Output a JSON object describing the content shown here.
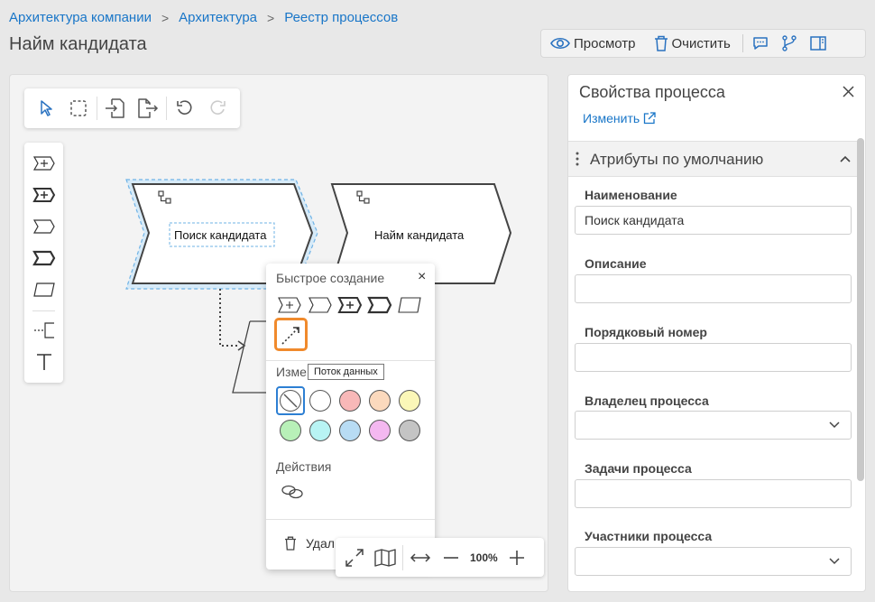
{
  "breadcrumb": {
    "items": [
      "Архитектура компании",
      "Архитектура",
      "Реестр процессов"
    ],
    "separator": ">"
  },
  "page": {
    "title": "Найм кандидата"
  },
  "top_toolbar": {
    "preview_label": "Просмотр",
    "clear_label": "Очистить",
    "icons": [
      "eye-icon",
      "trash-icon",
      "comment-icon",
      "branch-icon",
      "panel-toggle-icon"
    ]
  },
  "canvas_toolbar": {
    "icons": [
      "pointer-icon",
      "marquee-select-icon",
      "import-icon",
      "export-icon",
      "undo-icon",
      "redo-icon"
    ]
  },
  "palette": {
    "icons": [
      "subprocess-shape-icon",
      "subprocess-bold-shape-icon",
      "process-shape-icon",
      "process-bold-shape-icon",
      "parallelogram-shape-icon",
      "connector-icon",
      "text-tool-icon"
    ]
  },
  "diagram": {
    "shape1_label": "Поиск кандидата",
    "shape2_label": "Найм кандидата"
  },
  "quick_create": {
    "title": "Быстрое создание",
    "close": "×",
    "flow_tooltip": "Поток данных",
    "change_section": "Изме",
    "actions_section": "Действия",
    "delete_label": "Удал",
    "colors": [
      "none",
      "#ffffff",
      "#f8b8b8",
      "#fbd9bd",
      "#fbf7b8",
      "#b8f0b8",
      "#b8f4f4",
      "#b8dcf4",
      "#f4b8f0",
      "#c4c4c4"
    ]
  },
  "zoom": {
    "value": "100%"
  },
  "properties": {
    "title": "Свойства процесса",
    "edit_label": "Изменить",
    "section_title": "Атрибуты по умолчанию",
    "fields": [
      {
        "label": "Наименование",
        "value": "Поиск кандидата",
        "type": "text"
      },
      {
        "label": "Описание",
        "value": "",
        "type": "text"
      },
      {
        "label": "Порядковый номер",
        "value": "",
        "type": "text"
      },
      {
        "label": "Владелец процесса",
        "value": "",
        "type": "select"
      },
      {
        "label": "Задачи процесса",
        "value": "",
        "type": "text"
      },
      {
        "label": "Участники процесса",
        "value": "",
        "type": "select"
      }
    ]
  }
}
